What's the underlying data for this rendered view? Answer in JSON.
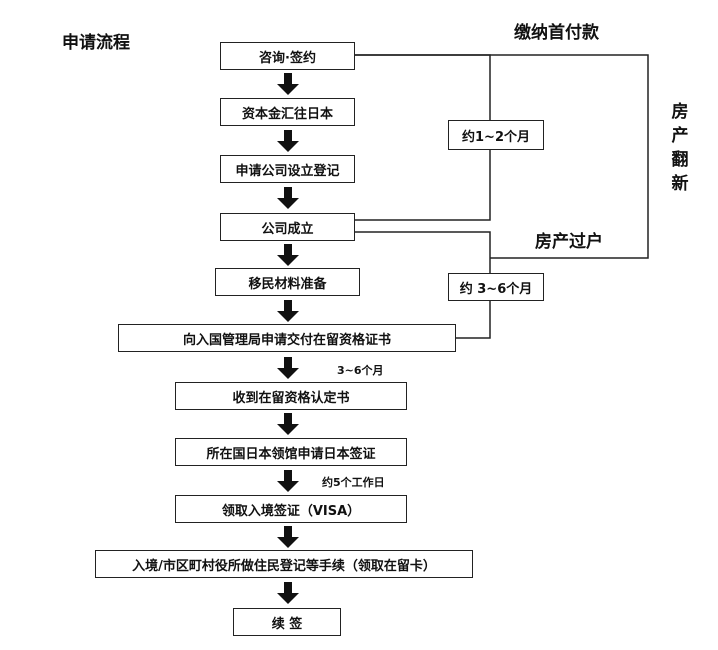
{
  "title": "申请流程",
  "side_label_top": "缴纳首付款",
  "side_label_mid": "房产过户",
  "side_label_vertical": [
    "房",
    "产",
    "翻",
    "新"
  ],
  "steps": [
    "咨询·签约",
    "资本金汇往日本",
    "申请公司设立登记",
    "公司成立",
    "移民材料准备",
    "向入国管理局申请交付在留资格证书",
    "收到在留资格认定书",
    "所在国日本领馆申请日本签证",
    "领取入境签证（VISA）",
    "入境/市区町村役所做住民登记等手续（领取在留卡）",
    "续 签"
  ],
  "bracket_1": "约1~2个月",
  "bracket_2": "约 3~6个月",
  "note_1": "3~6个月",
  "note_2": "约5个工作日"
}
